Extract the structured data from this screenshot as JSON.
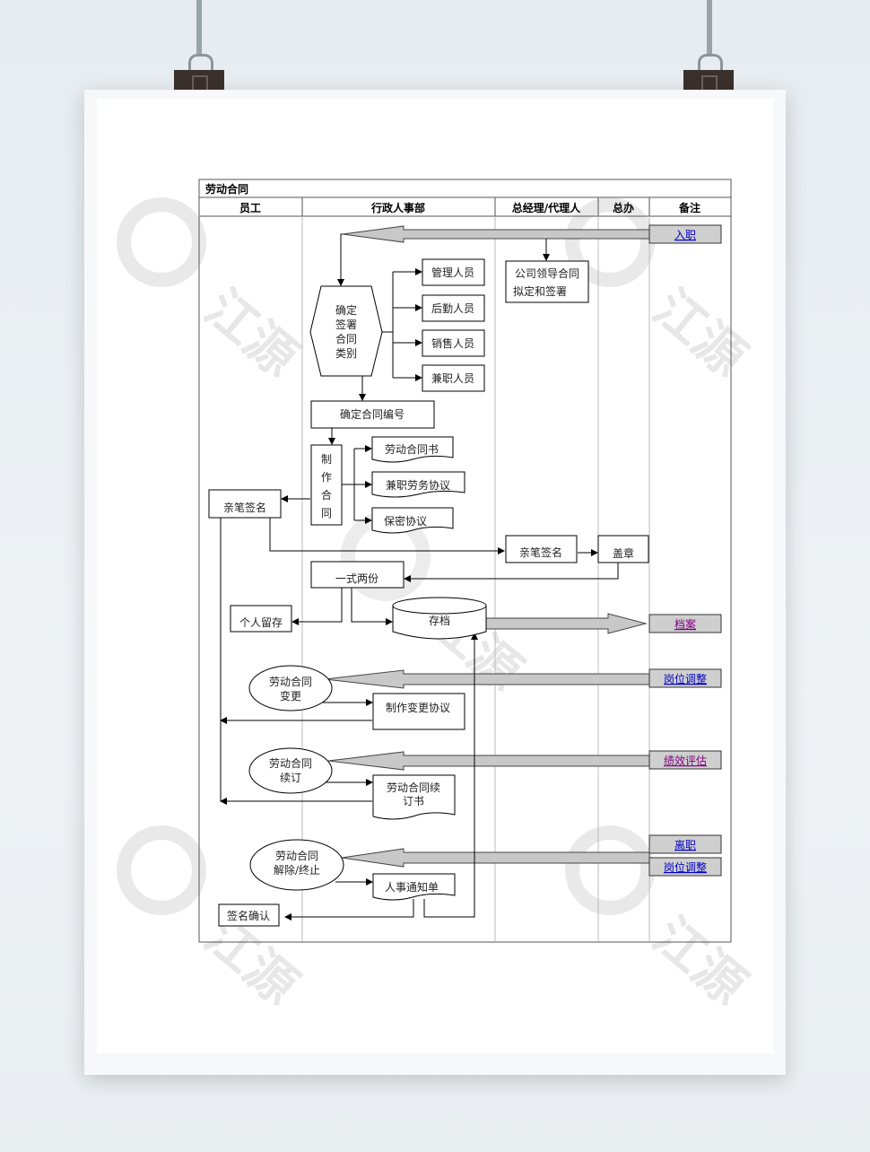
{
  "title": "劳动合同",
  "columns": [
    "员工",
    "行政人事部",
    "总经理/代理人",
    "总办",
    "备注"
  ],
  "nodes": {
    "confirm_type": [
      "确定",
      "签署",
      "合同",
      "类别"
    ],
    "manager_staff": "管理人员",
    "logistics_staff": "后勤人员",
    "sales_staff": "销售人员",
    "parttime_staff": "兼职人员",
    "leader_sign": [
      "公司领导合同",
      "拟定和签署"
    ],
    "contract_no": "确定合同编号",
    "make_contract": [
      "制",
      "作",
      "合",
      "同"
    ],
    "doc_labor": "劳动合同书",
    "doc_parttime": "兼职劳务协议",
    "doc_secret": "保密协议",
    "emp_sign": "亲笔签名",
    "gm_sign": "亲笔签名",
    "stamp": "盖章",
    "two_copies": "一式两份",
    "personal_keep": "个人留存",
    "archive": "存档",
    "change": [
      "劳动合同",
      "变更"
    ],
    "change_doc": "制作变更协议",
    "renew": [
      "劳动合同",
      "续订"
    ],
    "renew_doc": [
      "劳动合同续",
      "订书"
    ],
    "terminate": [
      "劳动合同",
      "解除/终止"
    ],
    "hr_notice": "人事通知单",
    "sign_confirm": "签名确认"
  },
  "links": {
    "onboard": "入职",
    "archive": "档案",
    "post_adjust_1": "岗位调整",
    "perf_eval": "绩效评估",
    "resign": "离职",
    "post_adjust_2": "岗位调整"
  },
  "watermark": "江源",
  "colors": {
    "link": "#0000cc",
    "visited": "#800080",
    "linkbox": "#cfcfcf",
    "arrow": "#c0c0c0"
  }
}
